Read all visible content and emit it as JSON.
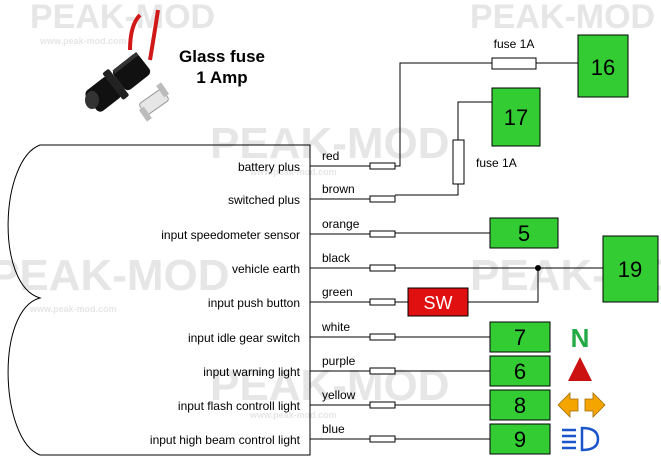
{
  "fuse_photo": {
    "title_line1": "Glass fuse",
    "title_line2": "1 Amp"
  },
  "watermark": {
    "brand": "PEAK-MOD",
    "url": "www.peak-mod.com"
  },
  "pins": [
    {
      "label": "battery plus",
      "wire": "red"
    },
    {
      "label": "switched plus",
      "wire": "brown"
    },
    {
      "label": "input speedometer sensor",
      "wire": "orange"
    },
    {
      "label": "vehicle earth",
      "wire": "black"
    },
    {
      "label": "input push button",
      "wire": "green"
    },
    {
      "label": "input idle gear switch",
      "wire": "white"
    },
    {
      "label": "input warning light",
      "wire": "purple"
    },
    {
      "label": "input flash controll light",
      "wire": "yellow"
    },
    {
      "label": "input high beam control light",
      "wire": "blue"
    }
  ],
  "fuses": [
    {
      "label": "fuse 1A"
    },
    {
      "label": "fuse 1A"
    }
  ],
  "switch": {
    "label": "SW"
  },
  "terminals": [
    {
      "number": "16"
    },
    {
      "number": "17"
    },
    {
      "number": "5"
    },
    {
      "number": "19"
    },
    {
      "number": "7"
    },
    {
      "number": "6"
    },
    {
      "number": "8"
    },
    {
      "number": "9"
    }
  ],
  "indicator_icons": {
    "neutral": "N",
    "warning": "warning-triangle-icon",
    "flash": "turn-signal-arrows-icon",
    "highbeam": "high-beam-icon"
  },
  "colors": {
    "terminal_green": "#33cc33",
    "switch_red": "#e01010",
    "neutral_green": "#22aa44",
    "warning_red": "#cc1111",
    "flash_orange": "#f5a500",
    "highbeam_blue": "#1a55cc"
  }
}
